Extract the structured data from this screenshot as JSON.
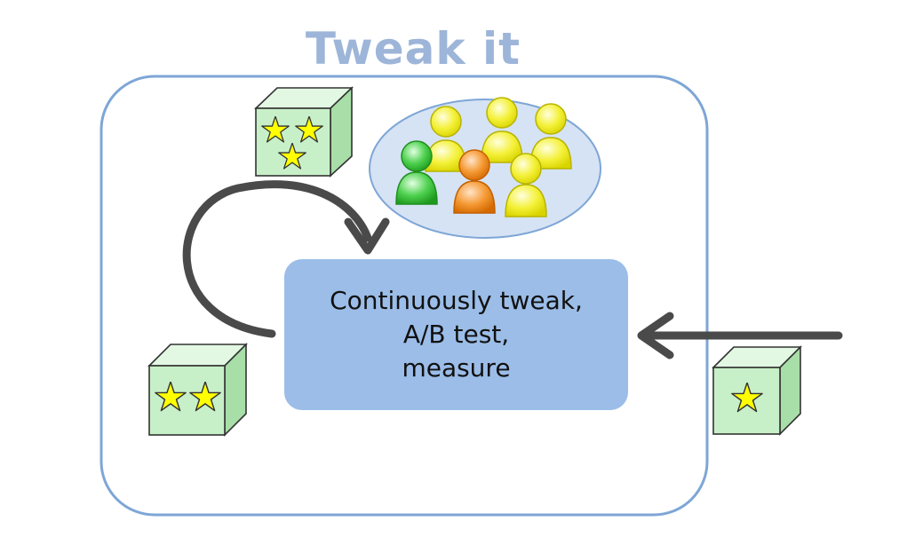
{
  "title": "Tweak it",
  "process": {
    "lines": [
      "Continuously tweak,",
      "A/B test,",
      "measure"
    ]
  },
  "products": [
    {
      "name": "three-star-product",
      "stars": 3
    },
    {
      "name": "two-star-product",
      "stars": 2
    },
    {
      "name": "one-star-product",
      "stars": 1
    }
  ],
  "users": {
    "group_colors": [
      "yellow",
      "yellow",
      "yellow",
      "green",
      "orange",
      "yellow"
    ],
    "colors": {
      "yellow": "#f1ef2a",
      "green": "#3fc43f",
      "orange": "#f08a1c"
    }
  },
  "colors": {
    "frame_border": "#7ea6d6",
    "title": "#9db5d8",
    "process_fill": "#9bbde8",
    "cube_face": "#c8f0c8",
    "star": "#ffff00",
    "arrow": "#4a4a4a",
    "crowd_ellipse": "#d6e3f4"
  },
  "icons": [
    "star-icon",
    "user-icon",
    "cube-icon",
    "arrow-icon"
  ]
}
